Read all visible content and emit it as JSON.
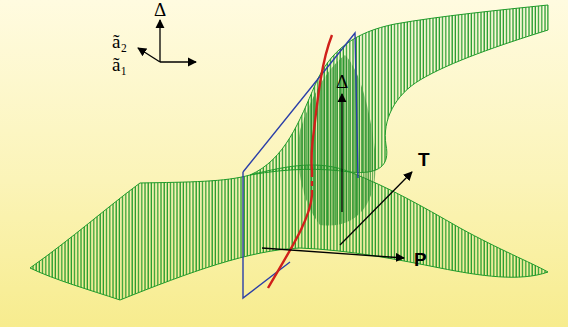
{
  "diagram": {
    "labels": [
      "Δ",
      "ã₂",
      "ã₁",
      "Δ",
      "T",
      "P"
    ]
  }
}
